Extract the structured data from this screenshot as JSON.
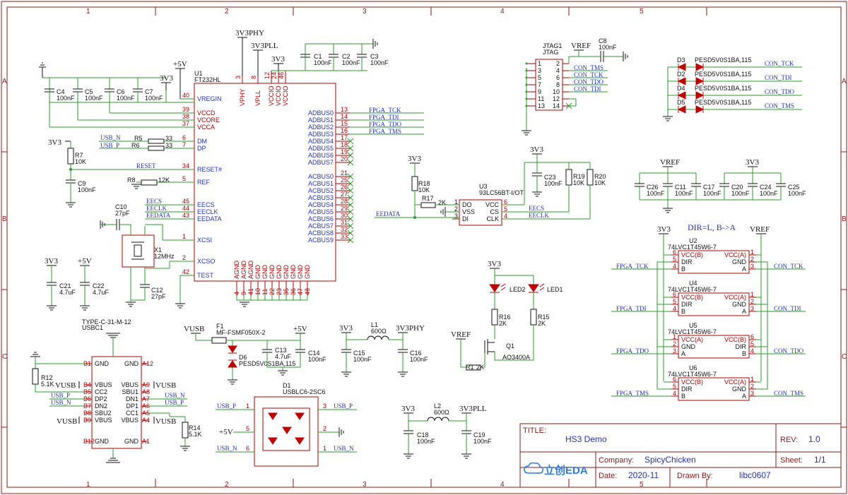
{
  "zones": {
    "cols": [
      "1",
      "2",
      "3",
      "4",
      "5"
    ],
    "rows": [
      "A",
      "B",
      "C"
    ]
  },
  "title_block": {
    "title_label": "TITLE:",
    "title": "HS3 Demo",
    "rev_label": "REV:",
    "rev": "1.0",
    "company_label": "Company:",
    "company": "SpicyChicken",
    "sheet_label": "Sheet:",
    "sheet": "1/1",
    "date_label": "Date:",
    "date": "2020-11",
    "drawn_label": "Drawn By:",
    "drawn": "libc0607",
    "logo_text": "立创EDA"
  },
  "colors": {
    "frame": "#8b1a1a",
    "wire": "#2e9a2e",
    "pin": "#b00000",
    "net": "#2233bb"
  },
  "u1": {
    "ref": "U1",
    "part": "FT232HL",
    "left_pins": [
      {
        "num": "40",
        "name": "VREGIN"
      },
      {
        "num": "39",
        "name": "VCCD"
      },
      {
        "num": "38",
        "name": "VCORE"
      },
      {
        "num": "37",
        "name": "VCCA"
      },
      {
        "num": "6",
        "name": "DM"
      },
      {
        "num": "7",
        "name": "DP"
      },
      {
        "num": "34",
        "name": "RESET#"
      },
      {
        "num": "5",
        "name": "REF"
      },
      {
        "num": "45",
        "name": "EECS"
      },
      {
        "num": "44",
        "name": "EECLK"
      },
      {
        "num": "43",
        "name": "EEDATA"
      },
      {
        "num": "1",
        "name": "XCSI"
      },
      {
        "num": "2",
        "name": "XCSO"
      },
      {
        "num": "42",
        "name": "TEST"
      }
    ],
    "top_pins": [
      {
        "num": "3",
        "name": "VPHY"
      },
      {
        "num": "8",
        "name": "VPLL"
      },
      {
        "num": "12",
        "name": "VCCIO"
      },
      {
        "num": "24",
        "name": "VCCIO"
      },
      {
        "num": "46",
        "name": "VCCIO"
      }
    ],
    "right_pins": [
      {
        "num": "13",
        "name": "ADBUS0"
      },
      {
        "num": "14",
        "name": "ADBUS1"
      },
      {
        "num": "15",
        "name": "ADBUS2"
      },
      {
        "num": "16",
        "name": "ADBUS3"
      },
      {
        "num": "17",
        "name": "ADBUS4"
      },
      {
        "num": "18",
        "name": "ADBUS5"
      },
      {
        "num": "19",
        "name": "ADBUS6"
      },
      {
        "num": "20",
        "name": "ADBUS7"
      },
      {
        "num": "21",
        "name": "ACBUS0"
      },
      {
        "num": "25",
        "name": "ACBUS1"
      },
      {
        "num": "26",
        "name": "ACBUS2"
      },
      {
        "num": "27",
        "name": "ACBUS3"
      },
      {
        "num": "28",
        "name": "ACBUS4"
      },
      {
        "num": "29",
        "name": "ACBUS5"
      },
      {
        "num": "30",
        "name": "ACBUS6"
      },
      {
        "num": "31",
        "name": "ACBUS7"
      },
      {
        "num": "32",
        "name": "ACBUS8"
      },
      {
        "num": "33",
        "name": "ACBUS9"
      }
    ],
    "bottom_pins": [
      {
        "num": "4",
        "name": "AGND"
      },
      {
        "num": "9",
        "name": "AGND"
      },
      {
        "num": "41",
        "name": "AGND"
      },
      {
        "num": "10",
        "name": "GND"
      },
      {
        "num": "11",
        "name": "GND"
      },
      {
        "num": "22",
        "name": "GND"
      },
      {
        "num": "23",
        "name": "GND"
      },
      {
        "num": "35",
        "name": "GND"
      },
      {
        "num": "36",
        "name": "GND"
      },
      {
        "num": "47",
        "name": "GND"
      },
      {
        "num": "48",
        "name": "GND"
      }
    ]
  },
  "fpga_nets": [
    "FPGA_TCK",
    "FPGA_TDI",
    "FPGA_TDO",
    "FPGA_TMS"
  ],
  "power": {
    "v3v3phy": "3V3PHY",
    "v3v3pll": "3V3PLL",
    "v3v3": "3V3",
    "v5": "+5V",
    "vusb": "VUSB",
    "vref": "VREF"
  },
  "caps_top": [
    {
      "ref": "C1",
      "val": "100nF"
    },
    {
      "ref": "C2",
      "val": "100nF"
    },
    {
      "ref": "C3",
      "val": "100nF"
    }
  ],
  "caps_left": [
    {
      "ref": "C4",
      "val": "100nF"
    },
    {
      "ref": "C5",
      "val": "100nF"
    },
    {
      "ref": "C6",
      "val": "100nF"
    },
    {
      "ref": "C7",
      "val": "100nF"
    }
  ],
  "usb_nets": {
    "n": "USB_N",
    "p": "USB_P",
    "reset": "RESET",
    "eecs": "EECS",
    "eeclk": "EECLK",
    "eedata": "EEDATA"
  },
  "resistors": {
    "r5": {
      "ref": "R5",
      "val": "33"
    },
    "r6": {
      "ref": "R6",
      "val": "33"
    },
    "r7": {
      "ref": "R7",
      "val": "10K"
    },
    "r8": {
      "ref": "R8",
      "val": "12K"
    },
    "r18": {
      "ref": "R18",
      "val": "10K"
    },
    "r17": {
      "ref": "R17",
      "val": "2K"
    },
    "r19": {
      "ref": "R19",
      "val": "10K"
    },
    "r20": {
      "ref": "R20",
      "val": "10K"
    },
    "r16": {
      "ref": "R16",
      "val": "2K"
    },
    "r15": {
      "ref": "R15",
      "val": "2K"
    },
    "r1": {
      "ref": "R1",
      "val": "2K"
    },
    "r12": {
      "ref": "R12",
      "val": "5.1K"
    },
    "r14": {
      "ref": "R14",
      "val": "5.1K"
    }
  },
  "misc_caps": {
    "c9": {
      "ref": "C9",
      "val": "100nF"
    },
    "c10": {
      "ref": "C10",
      "val": "27pF"
    },
    "c12": {
      "ref": "C12",
      "val": "27pF"
    },
    "c21": {
      "ref": "C21",
      "val": "4.7uF"
    },
    "c22": {
      "ref": "C22",
      "val": "4.7uF"
    },
    "c8": {
      "ref": "C8",
      "val": "100nF"
    },
    "c23": {
      "ref": "C23",
      "val": "100nF"
    },
    "c13": {
      "ref": "C13",
      "val": "4.7uF"
    },
    "c14": {
      "ref": "C14",
      "val": "100nF"
    },
    "c15": {
      "ref": "C15",
      "val": "100nF"
    },
    "c16": {
      "ref": "C16",
      "val": "100nF"
    },
    "c18": {
      "ref": "C18",
      "val": "100nF"
    },
    "c19": {
      "ref": "C19",
      "val": "100nF"
    }
  },
  "caps_row": [
    {
      "ref": "C26",
      "val": "100nF"
    },
    {
      "ref": "C11",
      "val": "100nF"
    },
    {
      "ref": "C17",
      "val": "100nF"
    },
    {
      "ref": "C20",
      "val": "100nF"
    },
    {
      "ref": "C24",
      "val": "100nF"
    },
    {
      "ref": "C25",
      "val": "100nF"
    }
  ],
  "x1": {
    "ref": "X1",
    "val": "12MHz"
  },
  "jtag": {
    "ref": "JTAG1",
    "part": "JTAG",
    "pins_left": [
      "1",
      "3",
      "5",
      "7",
      "9",
      "11",
      "13"
    ],
    "pins_right": [
      "2",
      "4",
      "6",
      "8",
      "10",
      "12",
      "14"
    ],
    "nets": [
      "CON_TMS",
      "CON_TCK",
      "CON_TDO",
      "CON_TDI"
    ]
  },
  "esd_diodes": [
    {
      "ref": "D3",
      "part": "PESD5V0S1BA,115",
      "net": "CON_TCK"
    },
    {
      "ref": "D2",
      "part": "PESD5V0S1BA,115",
      "net": "CON_TDI"
    },
    {
      "ref": "D4",
      "part": "PESD5V0S1BA,115",
      "net": "CON_TDO"
    },
    {
      "ref": "D5",
      "part": "PESD5V0S1BA,115",
      "net": "CON_TMS"
    }
  ],
  "u3": {
    "ref": "U3",
    "part": "93LC56BT-I/OT",
    "left": [
      {
        "num": "1",
        "name": "DO"
      },
      {
        "num": "2",
        "name": "VSS"
      },
      {
        "num": "3",
        "name": "DI"
      }
    ],
    "right": [
      {
        "num": "6",
        "name": "VCC"
      },
      {
        "num": "5",
        "name": "CS"
      },
      {
        "num": "4",
        "name": "CLK"
      }
    ]
  },
  "dir_note": "DIR=L, B->A",
  "buffers": [
    {
      "ref": "U2",
      "part": "74LVC1T45W6-7",
      "in": "FPGA_TCK",
      "out": "CON_TCK",
      "l": [
        {
          "n": "6",
          "s": "VCC(B)"
        },
        {
          "n": "5",
          "s": "DIR"
        },
        {
          "n": "4",
          "s": "B"
        }
      ],
      "r": [
        {
          "n": "1",
          "s": "VCC(A)"
        },
        {
          "n": "2",
          "s": "GND"
        },
        {
          "n": "3",
          "s": "A"
        }
      ]
    },
    {
      "ref": "U4",
      "part": "74LVC1T45W6-7",
      "in": "FPGA_TDI",
      "out": "CON_TDI",
      "l": [
        {
          "n": "6",
          "s": "VCC(B)"
        },
        {
          "n": "5",
          "s": "DIR"
        },
        {
          "n": "4",
          "s": "B"
        }
      ],
      "r": [
        {
          "n": "1",
          "s": "VCC(A)"
        },
        {
          "n": "2",
          "s": "GND"
        },
        {
          "n": "3",
          "s": "A"
        }
      ]
    },
    {
      "ref": "U5",
      "part": "74LVC1T45W6-7",
      "in": "FPGA_TDO",
      "out": "CON_TDO",
      "l": [
        {
          "n": "1",
          "s": "VCC(A)"
        },
        {
          "n": "2",
          "s": "GND"
        },
        {
          "n": "3",
          "s": "A"
        }
      ],
      "r": [
        {
          "n": "6",
          "s": "VCC(B)"
        },
        {
          "n": "5",
          "s": "DIR"
        },
        {
          "n": "4",
          "s": "B"
        }
      ]
    },
    {
      "ref": "U6",
      "part": "74LVC1T45W6-7",
      "in": "FPGA_TMS",
      "out": "CON_TMS",
      "l": [
        {
          "n": "6",
          "s": "VCC(B)"
        },
        {
          "n": "5",
          "s": "DIR"
        },
        {
          "n": "4",
          "s": "B"
        }
      ],
      "r": [
        {
          "n": "1",
          "s": "VCC(A)"
        },
        {
          "n": "2",
          "s": "GND"
        },
        {
          "n": "3",
          "s": "A"
        }
      ]
    }
  ],
  "leds": {
    "led1": "LED1",
    "led2": "LED2"
  },
  "q1": {
    "ref": "Q1",
    "part": "AO3400A"
  },
  "usbc": {
    "ref": "USBC1",
    "part": "TYPE-C-31-M-12",
    "left": [
      {
        "n": "B1",
        "s": "GND"
      },
      {
        "n": "B4",
        "s": "VBUS"
      },
      {
        "n": "B5",
        "s": "CC2"
      },
      {
        "n": "B6",
        "s": "DP2"
      },
      {
        "n": "B7",
        "s": "DN2"
      },
      {
        "n": "B8",
        "s": "SBU2"
      },
      {
        "n": "B9",
        "s": "VBUS"
      },
      {
        "n": "B12",
        "s": "GND"
      }
    ],
    "right": [
      {
        "n": "A12",
        "s": "GND"
      },
      {
        "n": "A9",
        "s": "VBUS"
      },
      {
        "n": "A8",
        "s": "SBU1"
      },
      {
        "n": "A7",
        "s": "DN1"
      },
      {
        "n": "A6",
        "s": "DP1"
      },
      {
        "n": "A5",
        "s": "CC1"
      },
      {
        "n": "A4",
        "s": "VBUS"
      },
      {
        "n": "A1",
        "s": "GND"
      }
    ]
  },
  "f1": {
    "ref": "F1",
    "part": "MF-FSMF050X-2"
  },
  "d6": {
    "ref": "D6",
    "part": "PESD5V0S1BA,115"
  },
  "l1": {
    "ref": "L1",
    "val": "600Ω"
  },
  "l2": {
    "ref": "L2",
    "val": "600Ω"
  },
  "d1": {
    "ref": "D1",
    "part": "USBLC6-2SC6",
    "pins_l": [
      "1",
      "5",
      "6"
    ],
    "pins_r": [
      "3",
      "2",
      "1"
    ]
  },
  "misc_labels": {
    "usb_p": "USB_P",
    "usb_n": "USB_N",
    "v5": "+5V",
    "vusb": "VUSB"
  }
}
